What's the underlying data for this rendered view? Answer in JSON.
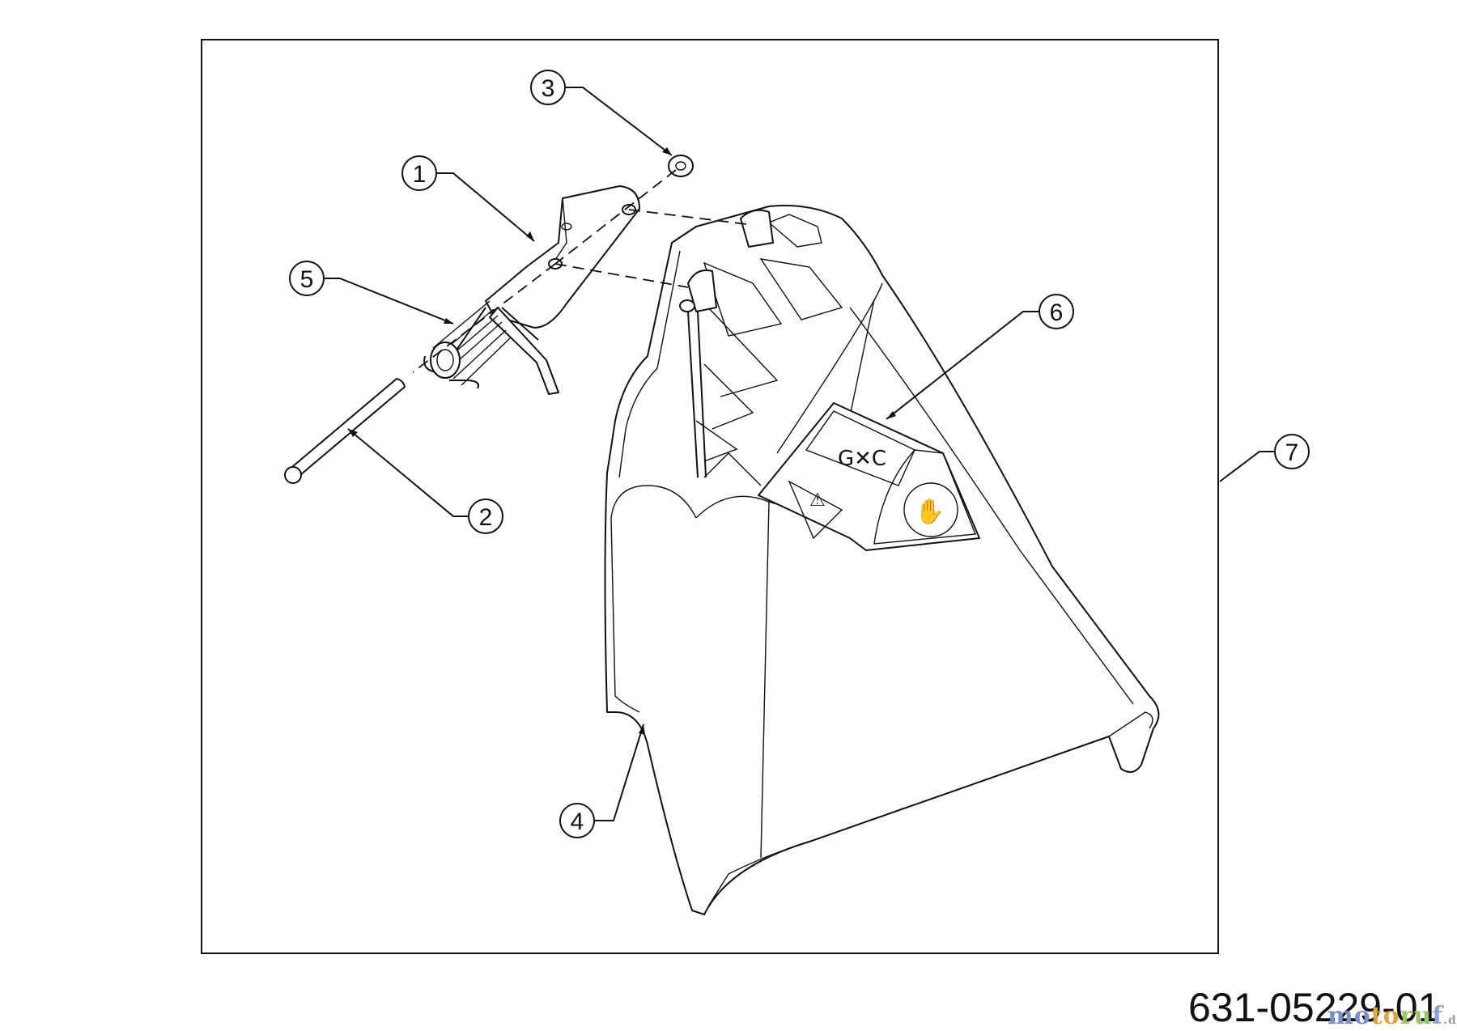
{
  "drawing_number": "631-05229-01",
  "watermark": "motoruf",
  "watermark_suffix": ".de",
  "callouts": [
    "1",
    "2",
    "3",
    "4",
    "5",
    "6",
    "7"
  ]
}
